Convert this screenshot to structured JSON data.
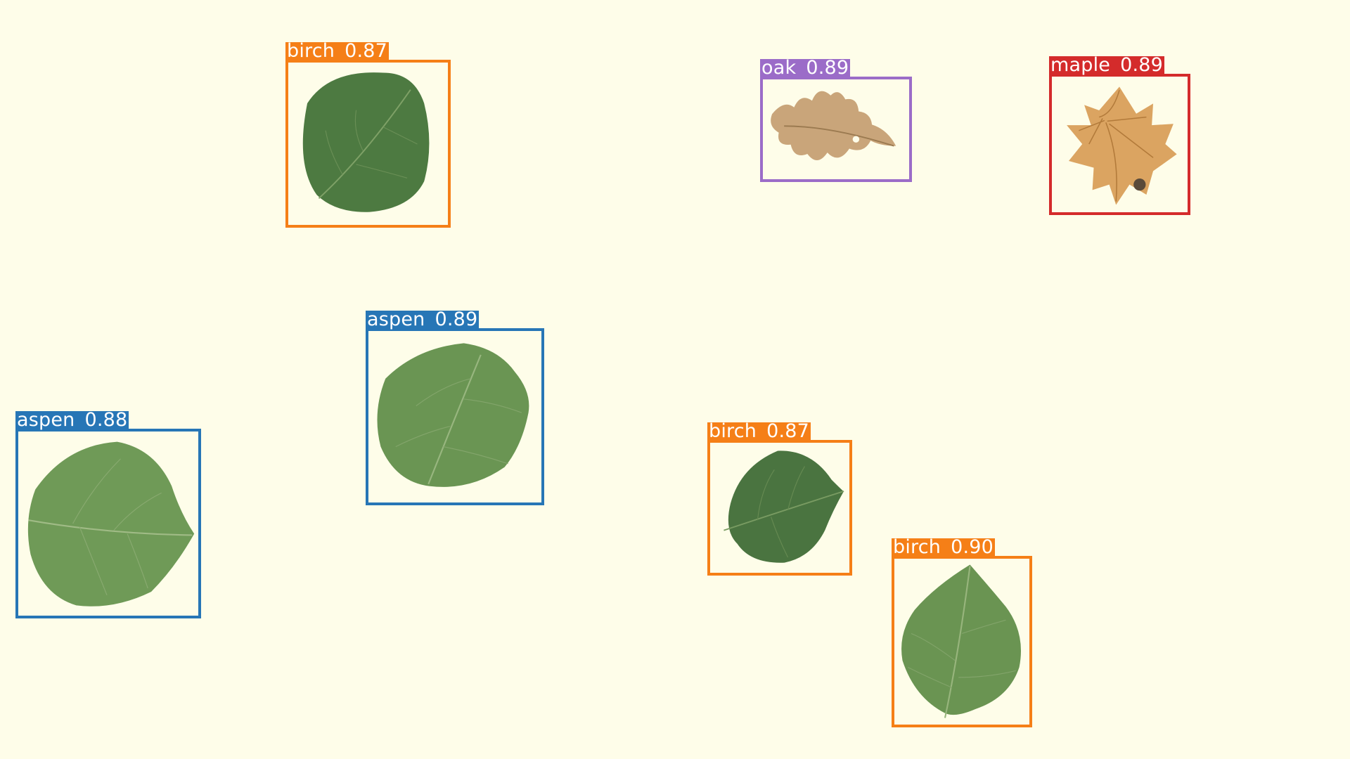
{
  "colors": {
    "background": "#fefde9",
    "birch": "#f57f17",
    "aspen": "#2776b6",
    "oak": "#9b6cc8",
    "maple": "#d42b2b"
  },
  "detections": [
    {
      "id": "det1",
      "label": "birch",
      "confidence": "0.87"
    },
    {
      "id": "det2",
      "label": "oak",
      "confidence": "0.89"
    },
    {
      "id": "det3",
      "label": "maple",
      "confidence": "0.89"
    },
    {
      "id": "det4",
      "label": "aspen",
      "confidence": "0.89"
    },
    {
      "id": "det5",
      "label": "aspen",
      "confidence": "0.88"
    },
    {
      "id": "det6",
      "label": "birch",
      "confidence": "0.87"
    },
    {
      "id": "det7",
      "label": "birch",
      "confidence": "0.90"
    }
  ]
}
